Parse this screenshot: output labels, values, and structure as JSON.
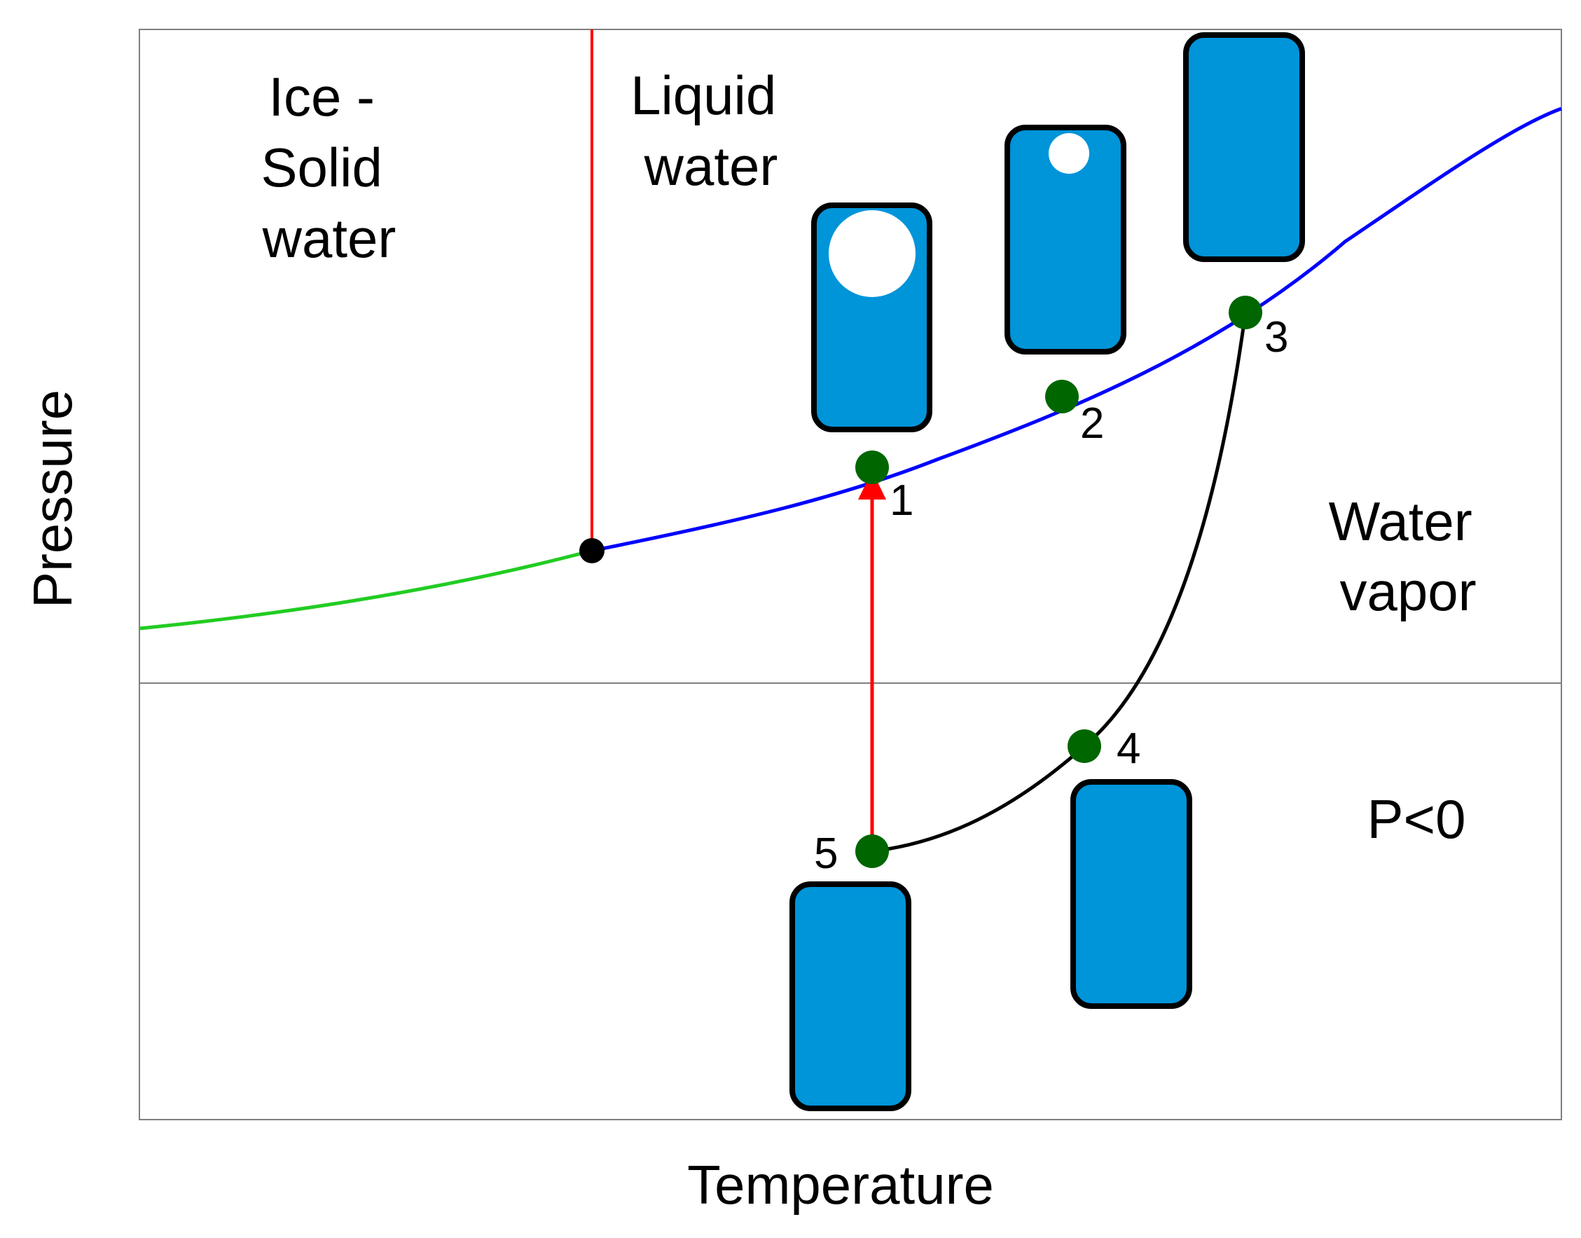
{
  "axes": {
    "x_label": "Temperature",
    "y_label": "Pressure"
  },
  "regions": {
    "ice": [
      "Ice -",
      "Solid",
      "water"
    ],
    "liquid": [
      "Liquid",
      "water"
    ],
    "vapor": [
      "Water",
      "vapor"
    ],
    "negative_pressure": "P<0"
  },
  "points": [
    {
      "label": "1"
    },
    {
      "label": "2"
    },
    {
      "label": "3"
    },
    {
      "label": "4"
    },
    {
      "label": "5"
    }
  ],
  "colors": {
    "container_fill": "#0094d9",
    "container_stroke": "#000000",
    "bubble": "#ffffff",
    "vapor_pressure_curve": "#0000ff",
    "sublimation_curve": "#22cc22",
    "melting_line": "#ff0000",
    "state_point": "#006600",
    "point_label": "#1a1aff",
    "process_path": "#000000",
    "arrow": "#ff0000",
    "triple_point": "#000000",
    "frame": "#7f7f7f"
  }
}
